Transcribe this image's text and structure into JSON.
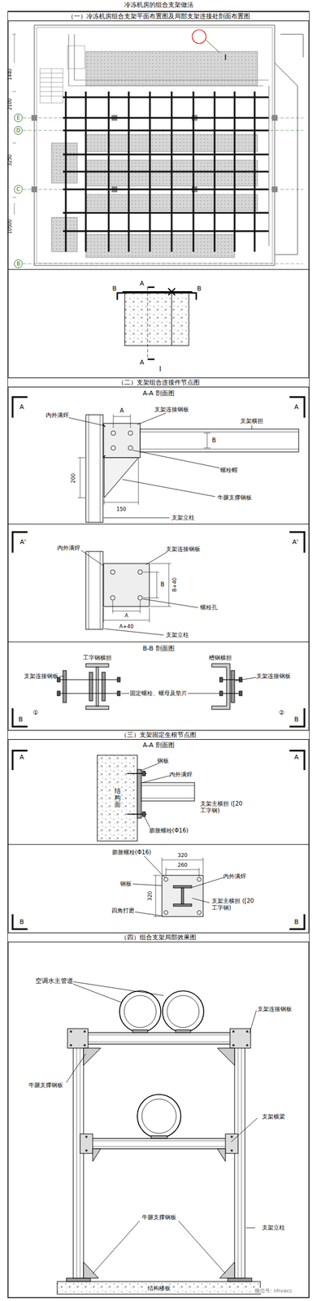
{
  "diagram": {
    "title": "冷冻机房的组合支架做法",
    "nodes": [
      {
        "text": [
          "（一）冷冻机房组合支架平面布置图及局部支架连接处剖面布置图"
        ]
      },
      {
        "text": [
          "（二）支架组合连接件节点图"
        ]
      },
      {
        "text": [
          "（三）支架固定生根节点图"
        ]
      },
      {
        "text": [
          "（四）组合支架局部效果图"
        ]
      }
    ],
    "labels": [
      "1440",
      "2100",
      "3250",
      "10500",
      "E",
      "D",
      "C",
      "B",
      "I",
      "A",
      "B",
      "B",
      "A",
      "I",
      "A-A 剖面图",
      "A",
      "A",
      "内外满焊",
      "A",
      "支架连接钢板",
      "支架横担",
      "B",
      "螺栓帽",
      "200",
      "150",
      "支架立柱",
      "牛腿支撑钢板",
      "A'",
      "A'",
      "内外满焊",
      "支架连接钢板",
      "B",
      "B+40",
      "螺栓孔",
      "A",
      "A+40",
      "支架立柱",
      "B-B 剖面图",
      "工字钢横担",
      "支架连接钢板",
      "槽钢横担",
      "支架连接钢板",
      "固定螺栓、螺母及垫片",
      "①",
      "B",
      "②",
      "B",
      "A-A 剖面图",
      "A",
      "A",
      "结构面",
      "钢板",
      "内外满焊",
      "支架主横担 ([20工字钢)",
      "膨胀螺栓(Φ16)",
      "膨胀螺栓(Φ16)",
      "320",
      "260",
      "钢板",
      "内外满焊",
      "320",
      "四角打磨",
      "支架主横担 ([20工字钢)",
      "B",
      "B",
      "空调水主管道",
      "支架连接钢板",
      "牛腿支撑钢板",
      "支架横梁",
      "牛腿支撑钢板",
      "支架立柱",
      "结构楼板",
      "微信号: nhvacc"
    ]
  }
}
